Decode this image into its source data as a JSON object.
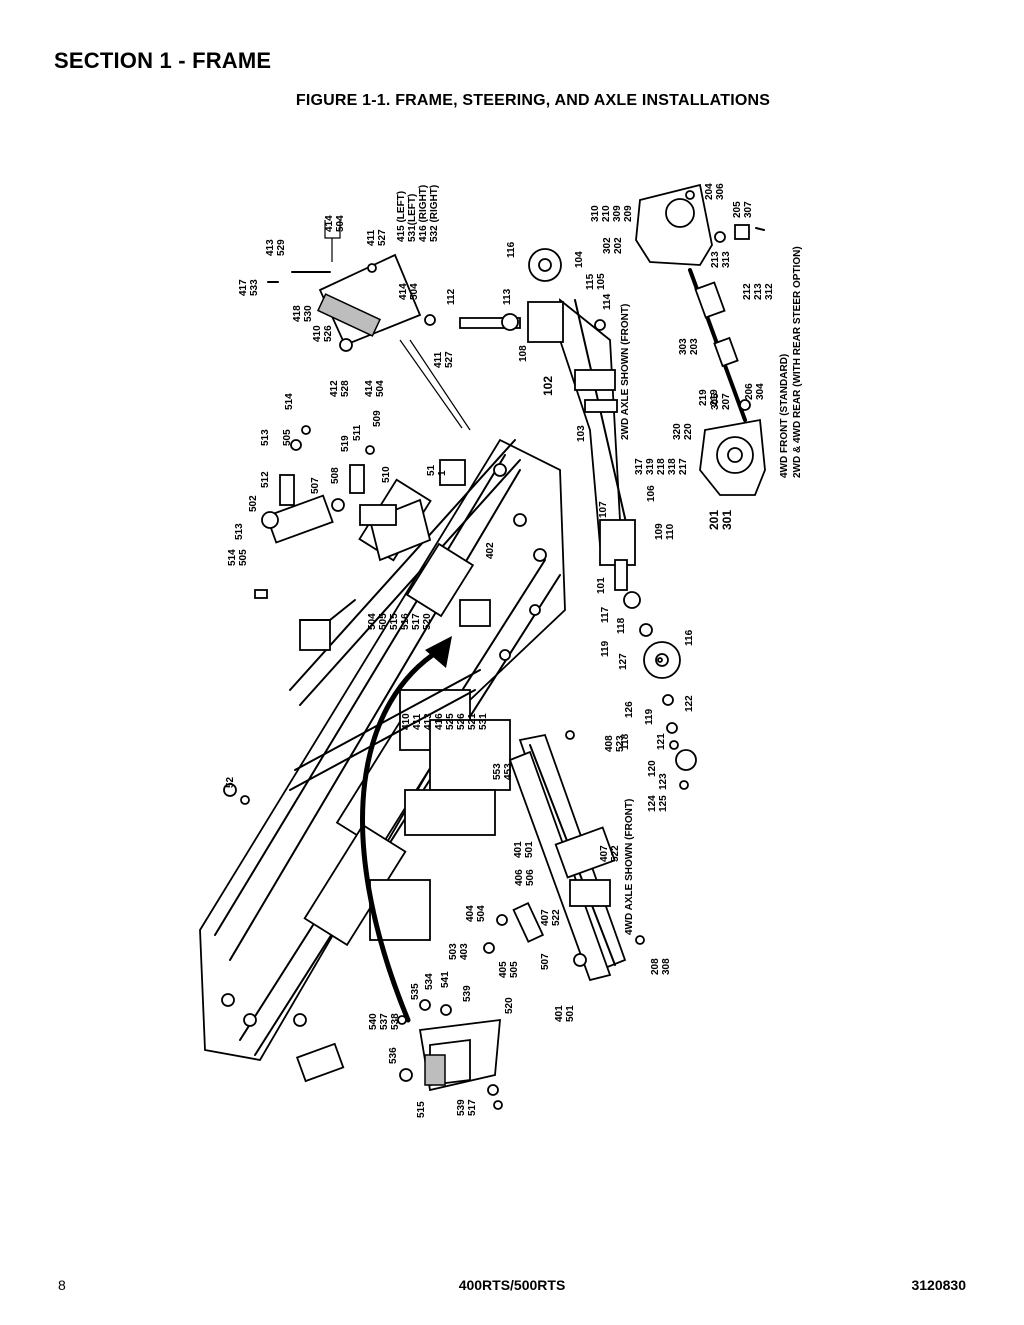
{
  "header": {
    "section_title": "SECTION 1 - FRAME",
    "figure_title": "FIGURE 1-1. FRAME, STEERING, AND AXLE INSTALLATIONS"
  },
  "footer": {
    "page_number": "8",
    "model": "400RTS/500RTS",
    "document_number": "3120830"
  },
  "notes": {
    "axle_2wd": "2WD AXLE SHOWN (FRONT)",
    "axle_4wd": "4WD AXLE SHOWN (FRONT)",
    "steer_4wd_front": "4WD FRONT (STANDARD)",
    "steer_rear_option": "2WD & 4WD REAR (WITH REAR STEER OPTION)"
  },
  "callouts": {
    "c_417_533": [
      "417",
      "533"
    ],
    "c_413_529": [
      "413",
      "529"
    ],
    "c_414_504_a": [
      "414",
      "504"
    ],
    "c_411_527_a": [
      "411",
      "527"
    ],
    "c_side_415": [
      "415 (LEFT)",
      "531(LEFT)",
      "416 (RIGHT)",
      "532 (RIGHT)"
    ],
    "c_418_530": [
      "418",
      "530"
    ],
    "c_410_526": [
      "410",
      "526"
    ],
    "c_414_504_b": [
      "414",
      "504"
    ],
    "c_412_528": [
      "412",
      "528"
    ],
    "c_414_504_c": [
      "414",
      "504"
    ],
    "c_411_527_b": [
      "411",
      "527"
    ],
    "c_112": [
      "112"
    ],
    "c_116_top": [
      "116"
    ],
    "c_113": [
      "113"
    ],
    "c_108": [
      "108"
    ],
    "c_102": [
      "102"
    ],
    "c_104": [
      "104"
    ],
    "c_115_105": [
      "115",
      "105"
    ],
    "c_114": [
      "114"
    ],
    "c_310_210": [
      "310",
      "210",
      "309",
      "209"
    ],
    "c_302_202": [
      "302",
      "202"
    ],
    "c_204_306": [
      "204",
      "306"
    ],
    "c_205_307": [
      "205",
      "307"
    ],
    "c_213_313": [
      "213",
      "313"
    ],
    "c_212_213_312": [
      "212",
      "213",
      "312"
    ],
    "c_303_203": [
      "303",
      "203"
    ],
    "c_305_207": [
      "305",
      "207"
    ],
    "c_219_219": [
      "219",
      "219"
    ],
    "c_206_304": [
      "206",
      "304"
    ],
    "c_320_220": [
      "320",
      "220"
    ],
    "c_317_319": [
      "317",
      "319",
      "218",
      "318",
      "217"
    ],
    "c_201_301": [
      "201",
      "301"
    ],
    "c_103": [
      "103"
    ],
    "c_106": [
      "106"
    ],
    "c_107": [
      "107"
    ],
    "c_109_110": [
      "109",
      "110"
    ],
    "c_101": [
      "101"
    ],
    "c_117": [
      "117"
    ],
    "c_118_a": [
      "118"
    ],
    "c_119_a": [
      "119"
    ],
    "c_127": [
      "127"
    ],
    "c_116_bot": [
      "116"
    ],
    "c_126": [
      "126"
    ],
    "c_119_b": [
      "119"
    ],
    "c_122": [
      "122"
    ],
    "c_118_b": [
      "118"
    ],
    "c_121": [
      "121"
    ],
    "c_120": [
      "120"
    ],
    "c_123": [
      "123"
    ],
    "c_124_125": [
      "124",
      "125"
    ],
    "c_514": [
      "514"
    ],
    "c_513_505": [
      "513",
      "505"
    ],
    "c_512": [
      "512"
    ],
    "c_502": [
      "502"
    ],
    "c_513_b": [
      "513"
    ],
    "c_514_505": [
      "514",
      "505"
    ],
    "c_507": [
      "507"
    ],
    "c_508": [
      "508"
    ],
    "c_519": [
      "519"
    ],
    "c_511": [
      "511"
    ],
    "c_509": [
      "509"
    ],
    "c_510": [
      "510"
    ],
    "c_51_1": [
      "51",
      "1"
    ],
    "c_402": [
      "402"
    ],
    "c_504_505_515": [
      "504",
      "505",
      "515",
      "516",
      "517",
      "520"
    ],
    "c_410_531": [
      "410",
      "411",
      "413",
      "416",
      "525",
      "526",
      "521",
      "531"
    ],
    "c_52": [
      "52"
    ],
    "c_408_523": [
      "408",
      "523"
    ],
    "c_553_453": [
      "553",
      "453"
    ],
    "c_407_522_a": [
      "407",
      "522"
    ],
    "c_401_501_a": [
      "401",
      "501"
    ],
    "c_406_506": [
      "406",
      "506"
    ],
    "c_407_522_b": [
      "407",
      "522"
    ],
    "c_404_504": [
      "404",
      "504"
    ],
    "c_503_403": [
      "503",
      "403"
    ],
    "c_405_505": [
      "405",
      "505"
    ],
    "c_507_b": [
      "507"
    ],
    "c_208_308": [
      "208",
      "308"
    ],
    "c_401_501_b": [
      "401",
      "501"
    ],
    "c_540_537": [
      "540",
      "537",
      "538"
    ],
    "c_535": [
      "535"
    ],
    "c_534": [
      "534"
    ],
    "c_541": [
      "541"
    ],
    "c_539_a": [
      "539"
    ],
    "c_520": [
      "520"
    ],
    "c_536": [
      "536"
    ],
    "c_515": [
      "515"
    ],
    "c_539_517": [
      "539",
      "517"
    ]
  }
}
